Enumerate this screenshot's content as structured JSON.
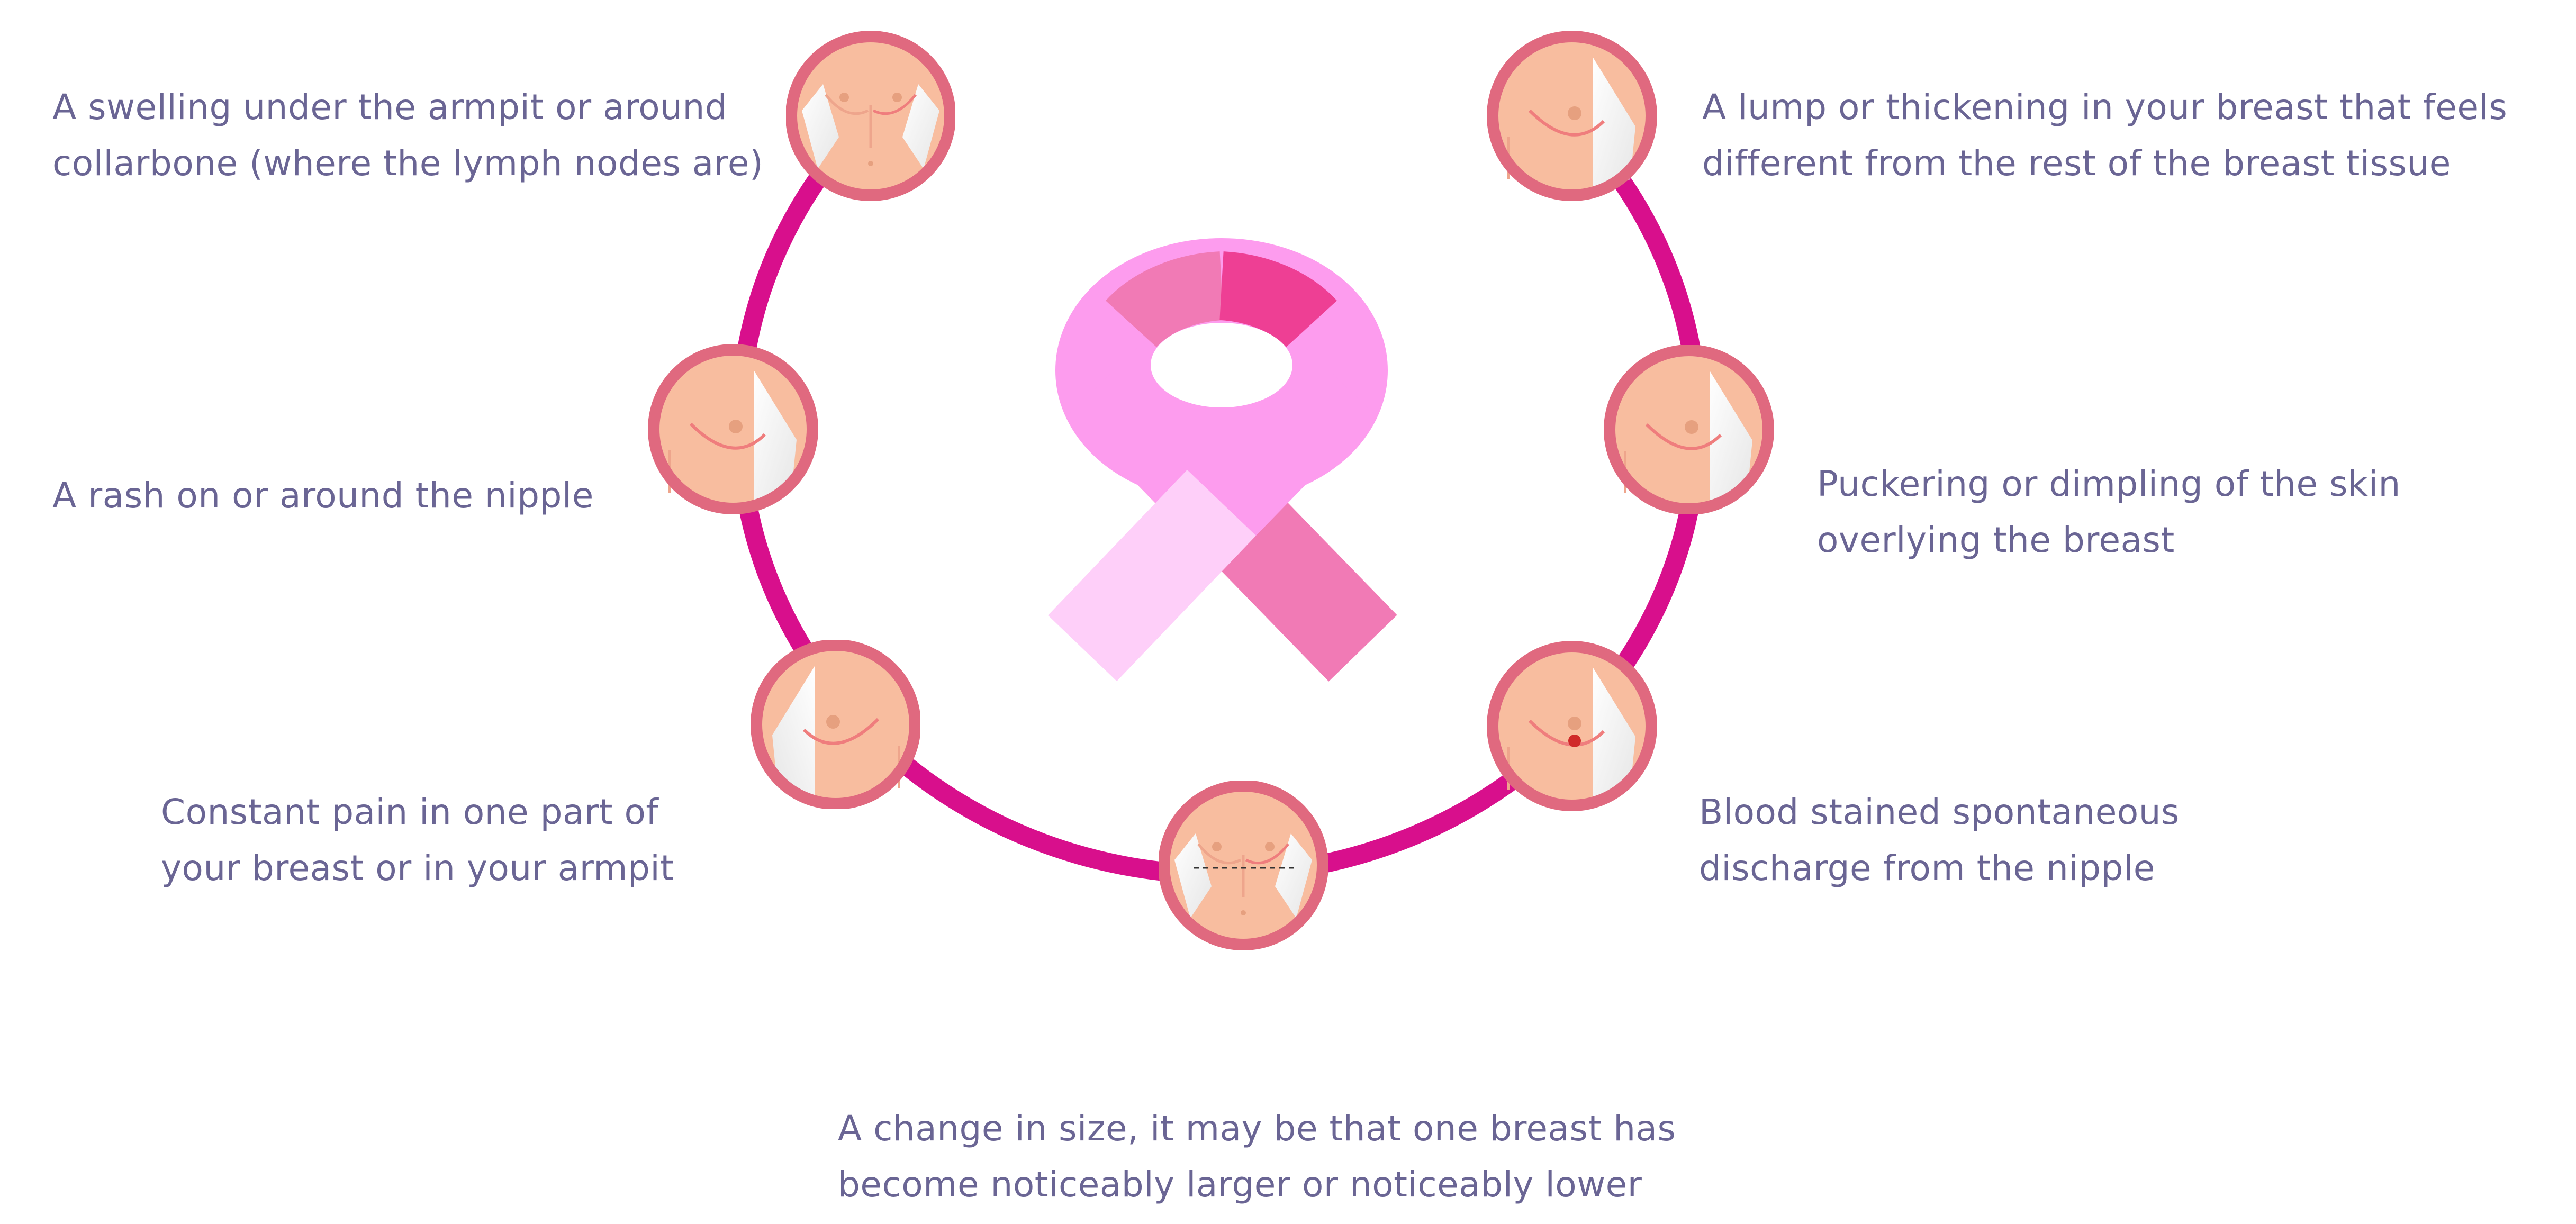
{
  "colors": {
    "text": "#6a6594",
    "ring": "#d80f8c",
    "badge_border": "#e0697f",
    "skin": "#f8bd9f",
    "ribbon_front": "#fd9cee",
    "ribbon_light": "#fecff9",
    "ribbon_back": "#f17ab5",
    "ribbon_dark": "#ee3f94"
  },
  "symptoms": [
    {
      "id": "swelling",
      "icon": "armpit-swelling-icon",
      "lines": [
        "A swelling under the armpit or around",
        "collarbone (where the lymph nodes are)"
      ]
    },
    {
      "id": "lump",
      "icon": "breast-lump-icon",
      "lines": [
        "A lump or thickening in your breast that feels",
        "different from the rest of the breast tissue"
      ]
    },
    {
      "id": "rash",
      "icon": "nipple-rash-icon",
      "lines": [
        "A rash on or around the nipple"
      ]
    },
    {
      "id": "puckering",
      "icon": "skin-dimpling-icon",
      "lines": [
        "Puckering or dimpling of the skin",
        "overlying the breast"
      ]
    },
    {
      "id": "pain",
      "icon": "breast-pain-icon",
      "lines": [
        "Constant pain in one part of",
        "your breast or in your armpit"
      ]
    },
    {
      "id": "discharge",
      "icon": "nipple-discharge-icon",
      "lines": [
        "Blood stained spontaneous",
        "discharge from the nipple"
      ]
    },
    {
      "id": "size",
      "icon": "breast-size-change-icon",
      "lines": [
        "A change in size, it may be that one breast has",
        "become noticeably larger or noticeably lower"
      ]
    }
  ]
}
